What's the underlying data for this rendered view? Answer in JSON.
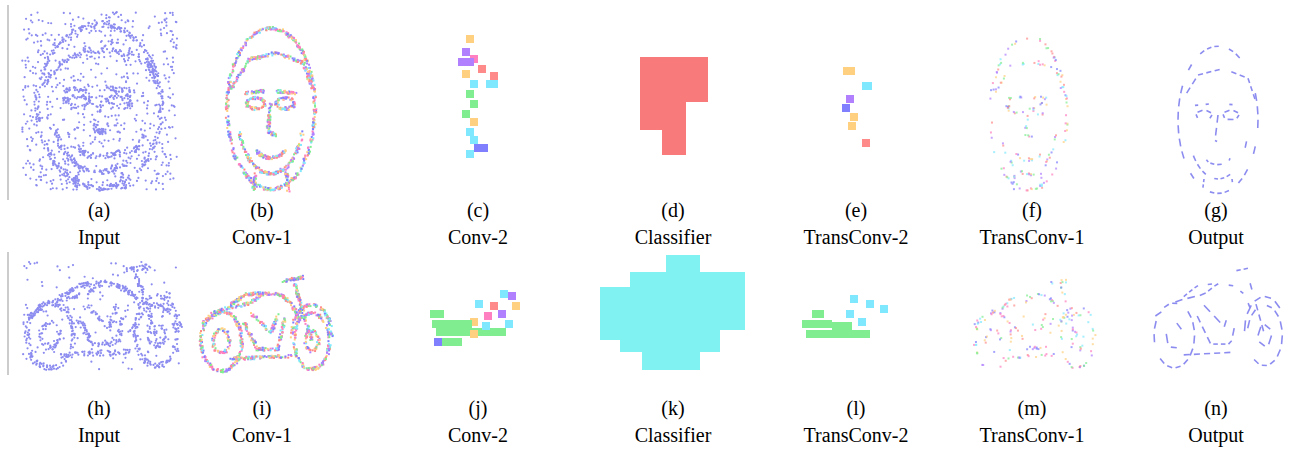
{
  "diagram": {
    "labels": [
      "(a)",
      "Input",
      "(b)",
      "Conv-1",
      "(c)",
      "Conv-2",
      "(d)",
      "Classifier",
      "(e)",
      "TransConv-2",
      "(f)",
      "TransConv-1",
      "(g)",
      "Output",
      "(h)",
      "Input",
      "(i)",
      "Conv-1",
      "(j)",
      "Conv-2",
      "(k)",
      "Classifier",
      "(l)",
      "TransConv-2",
      "(m)",
      "TransConv-1",
      "(n)",
      "Output"
    ]
  }
}
